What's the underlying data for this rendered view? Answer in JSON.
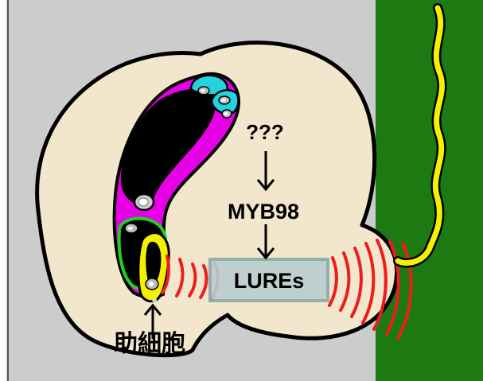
{
  "labels": {
    "unknown": "???",
    "myb98": "MYB98",
    "lures": "LUREs",
    "synergid": "助細胞"
  },
  "colors": {
    "background": "#cccccc",
    "ovule": "#f2e6cc",
    "pistil_tissue": "#1d7a12",
    "pollen_tube": "#f5f000",
    "central_cell": "#e600e6",
    "vacuole": "#000000",
    "antipodal": "#22d4e0",
    "egg_cell_border": "#1fd11f",
    "synergid": "#f5f000",
    "signal_waves": "#ee1d1d",
    "lures_box_fill": "#b9cdce",
    "lures_box_border": "#8aa7ac"
  },
  "icons": [
    "arrow-down-icon",
    "arrow-up-icon"
  ]
}
